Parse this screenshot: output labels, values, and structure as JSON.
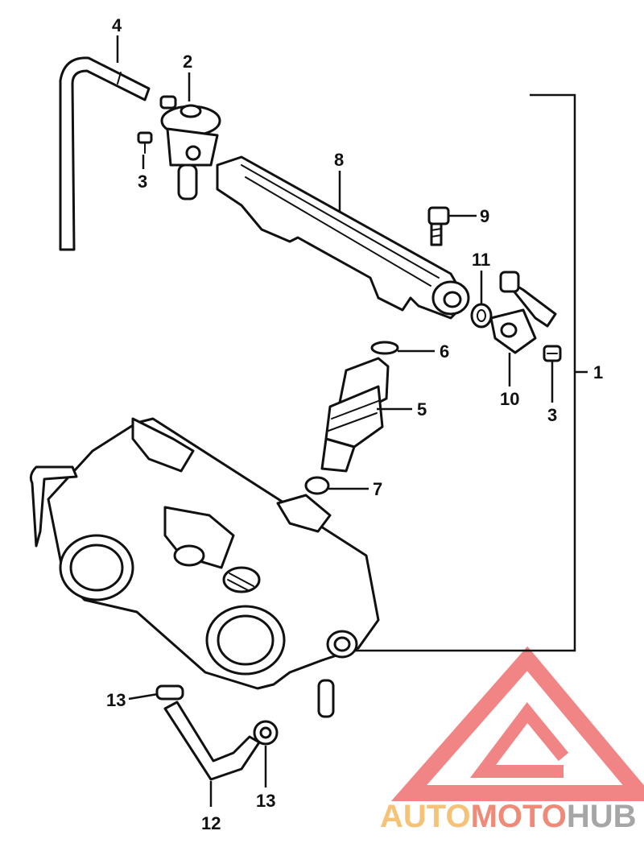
{
  "callouts": {
    "c1": "1",
    "c2": "2",
    "c3a": "3",
    "c3b": "3",
    "c4": "4",
    "c5": "5",
    "c6": "6",
    "c7": "7",
    "c8": "8",
    "c9": "9",
    "c10": "10",
    "c11": "11",
    "c12": "12",
    "c13a": "13",
    "c13b": "13"
  },
  "watermark": {
    "text_auto": "AUTO",
    "text_moto": "MOTO",
    "text_hub": "HUB",
    "color_auto": "#f6c277",
    "color_moto": "#ef8a78",
    "color_hub": "#a6a6a6",
    "logo_color": "#ef6f6f"
  }
}
